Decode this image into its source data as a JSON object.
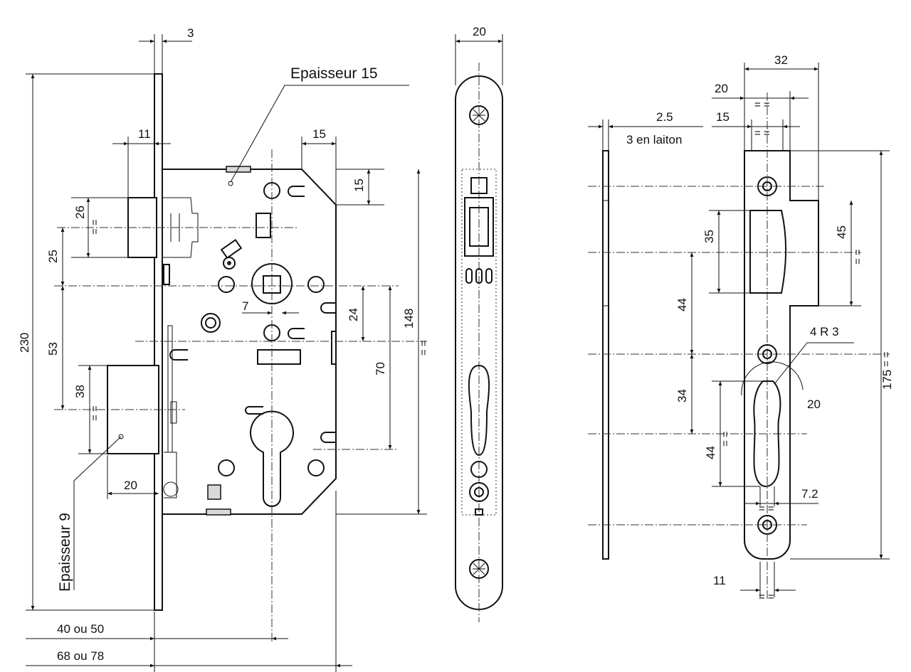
{
  "labels": {
    "epaisseur_15": "Epaisseur 15",
    "epaisseur_9": "Epaisseur 9",
    "backset_40_50": "40 ou 50",
    "backset_68_78": "68 ou 78",
    "laiton": "3 en laiton",
    "radius": "4 R 3",
    "equal_mark": "= ="
  },
  "dimensions": {
    "body": {
      "d3": "3",
      "d11": "11",
      "d15_top": "15",
      "d15_side": "15",
      "d26": "26",
      "d25": "25",
      "d230": "230",
      "d53": "53",
      "d38": "38",
      "d20": "20",
      "d7": "7",
      "d24": "24",
      "d70": "70",
      "d148": "148"
    },
    "faceplate": {
      "d20": "20"
    },
    "strike": {
      "d32": "32",
      "d20": "20",
      "d15": "15",
      "d2_5": "2.5",
      "d45": "45",
      "d35": "35",
      "d44_a": "44",
      "d34": "34",
      "d44_b": "44",
      "d20_arc": "20",
      "d175": "175",
      "d7_2": "7.2",
      "d11": "11"
    }
  }
}
